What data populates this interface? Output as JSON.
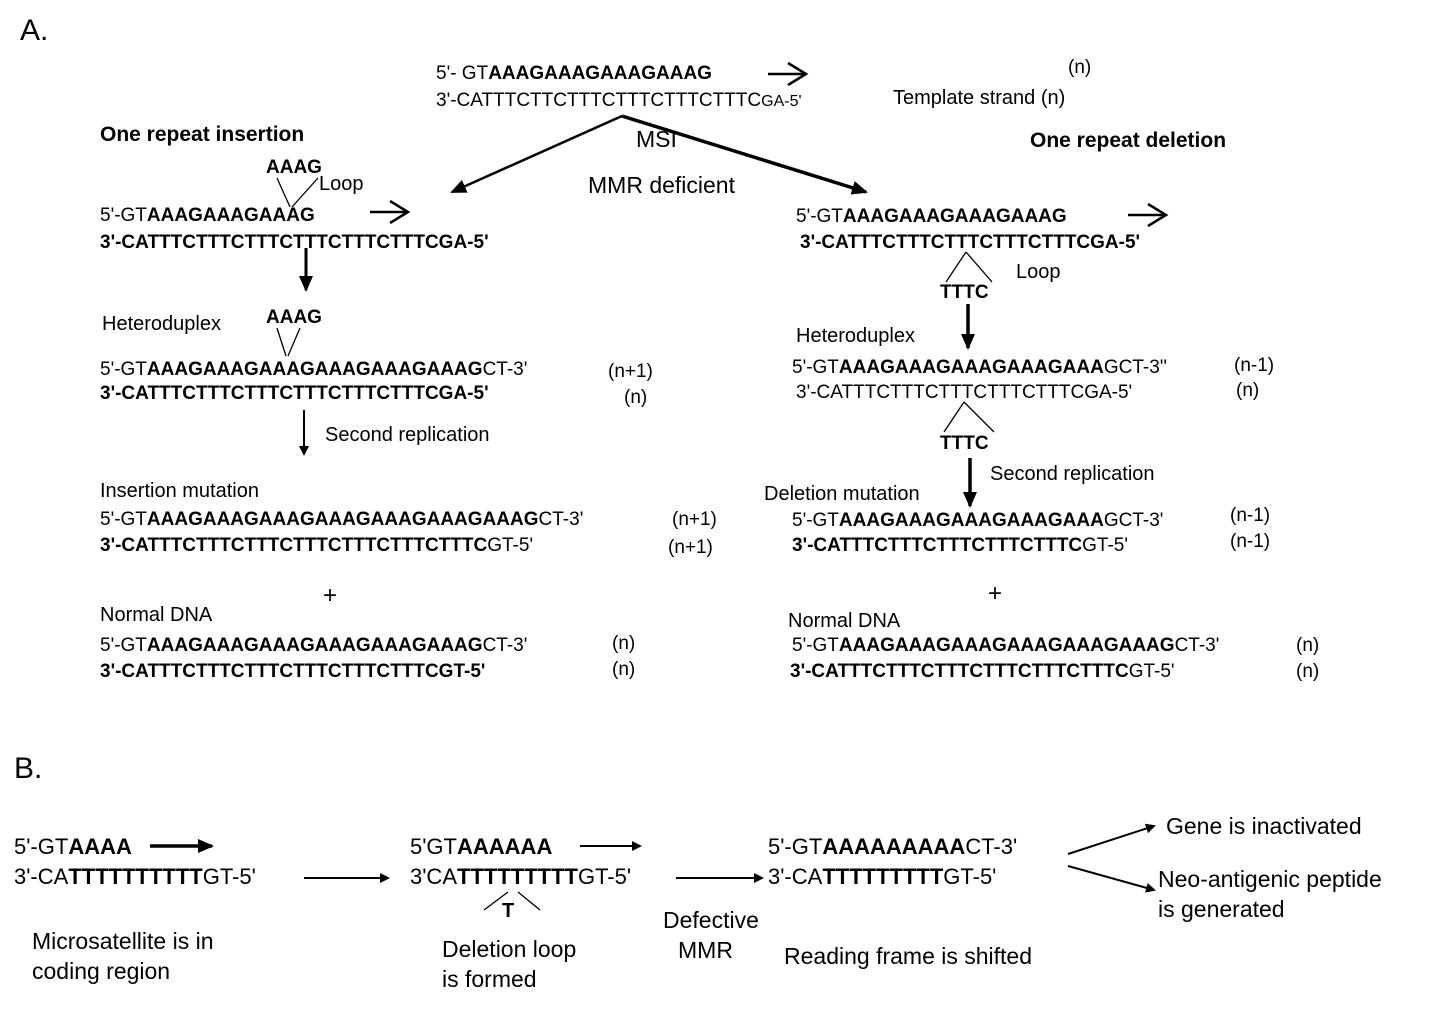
{
  "panel_a": {
    "label": "A.",
    "template": {
      "top_pre": "5'- GT",
      "top_bold": "AAAGAAAGAAAGAAAG",
      "top_n": "(n)",
      "bot": "3'-CATTTCTTCTTTCTTTCTTTCTTTC",
      "bot_end": "GA-5'",
      "strand_label": "Template strand (n)"
    },
    "msi": "MSI",
    "mmr_deficient": "MMR deficient",
    "insertion": {
      "title": "One repeat insertion",
      "loop_seq": "AAAG",
      "loop_label": "Loop",
      "line1_pre": "5'-GT",
      "line1_bold": "AAAGAAAGAAAG",
      "line2": "3'-CATTTCTTTCTTTCTTTCTTTCTTTCGA-5'",
      "heteroduplex_label": "Heteroduplex",
      "het_loop_seq": "AAAG",
      "het1_pre": "5'-GT",
      "het1_bold": "AAAGAAAGAAAGAAAGAAAGAAAG",
      "het1_post": "CT-3'",
      "het1_n": "(n+1)",
      "het2": "3'-CATTTCTTTCTTTCTTTCTTTCTTTCGA-5'",
      "het2_n": "(n)",
      "second_replication": "Second replication",
      "mutation_label": "Insertion mutation",
      "mut1_pre": "5'-GT",
      "mut1_bold": "AAAGAAAGAAAGAAAGAAAGAAAGAAAG",
      "mut1_post": "CT-3'",
      "mut1_n": "(n+1)",
      "mut2_pre": "3'-CATTTCTTTCTTTCTTTCTTTCTTTCTTTC",
      "mut2_post": "GT-5'",
      "mut2_n": "(n+1)",
      "plus": "+",
      "normal_label": "Normal DNA",
      "norm1_pre": "5'-GT",
      "norm1_bold": "AAAGAAAGAAAGAAAGAAAGAAAG",
      "norm1_post": "CT-3'",
      "norm1_n": "(n)",
      "norm2": "3'-CATTTCTTTCTTTCTTTCTTTCTTTCGT-5'",
      "norm2_n": "(n)"
    },
    "deletion": {
      "title": "One repeat deletion",
      "line1_pre": "5'-GT",
      "line1_bold": "AAAGAAAGAAAGAAAG",
      "line2": "3'-CATTTCTTTCTTTCTTTCTTTC",
      "line2_end": "GA-5'",
      "loop_label": "Loop",
      "loop_seq": "TTTC",
      "heteroduplex_label": "Heteroduplex",
      "het1_pre": "5'-GT",
      "het1_bold": "AAAGAAAGAAAGAAAGAAA",
      "het1_post": "GCT-3''",
      "het1_n": "(n-1)",
      "het2": "3'-CATTTCTTTCTTTCTTTCTTTC",
      "het2_end": "GA-5'",
      "het2_n": "(n)",
      "het_loop_seq": "TTTC",
      "second_replication": "Second replication",
      "mutation_label": "Deletion mutation",
      "mut1_pre": "5'-GT",
      "mut1_bold": "AAAGAAAGAAAGAAAGAAA",
      "mut1_post": "GCT-3'",
      "mut1_n": "(n-1)",
      "mut2_pre": "3'-CATTTCTTTCTTTCTTTCTTTC",
      "mut2_post": "GT-5'",
      "mut2_n": "(n-1)",
      "plus": "+",
      "normal_label": "Normal DNA",
      "norm1_pre": "5'-GT",
      "norm1_bold": "AAAGAAAGAAAGAAAGAAAGAAAG",
      "norm1_post": "CT-3'",
      "norm1_n": "(n)",
      "norm2_pre": "3'-CATTTCTTTCTTTCTTTCTTTCTTTC",
      "norm2_post": "GT-5'",
      "norm2_n": "(n)"
    }
  },
  "panel_b": {
    "label": "B.",
    "s1_top_pre": "5'-GT",
    "s1_top_bold": "AAAA",
    "s1_bot_pre": "3'-CA",
    "s1_bot_bold": "TTTTTTTTTT",
    "s1_bot_post": "GT-5'",
    "s1_caption_1": "Microsatellite is in",
    "s1_caption_2": "coding region",
    "s2_top_pre": "5'GT",
    "s2_top_bold": "AAAAAA",
    "s2_bot_pre": "3'CA",
    "s2_bot_bold": "TTTTTTTTT",
    "s2_bot_post": "GT-5'",
    "s2_loop": "T",
    "s2_caption_1": "Deletion loop",
    "s2_caption_2": "is formed",
    "mmr_1": "Defective",
    "mmr_2": "MMR",
    "s3_top_pre": "5'-GT",
    "s3_top_bold": "AAAAAAAAA",
    "s3_top_post": "CT-3'",
    "s3_bot_pre": "3'-CA",
    "s3_bot_bold": "TTTTTTTTT",
    "s3_bot_post": "GT-5'",
    "s3_caption": "Reading frame is shifted",
    "outcome_1": "Gene is inactivated",
    "outcome_2a": "Neo-antigenic peptide",
    "outcome_2b": "is generated"
  }
}
